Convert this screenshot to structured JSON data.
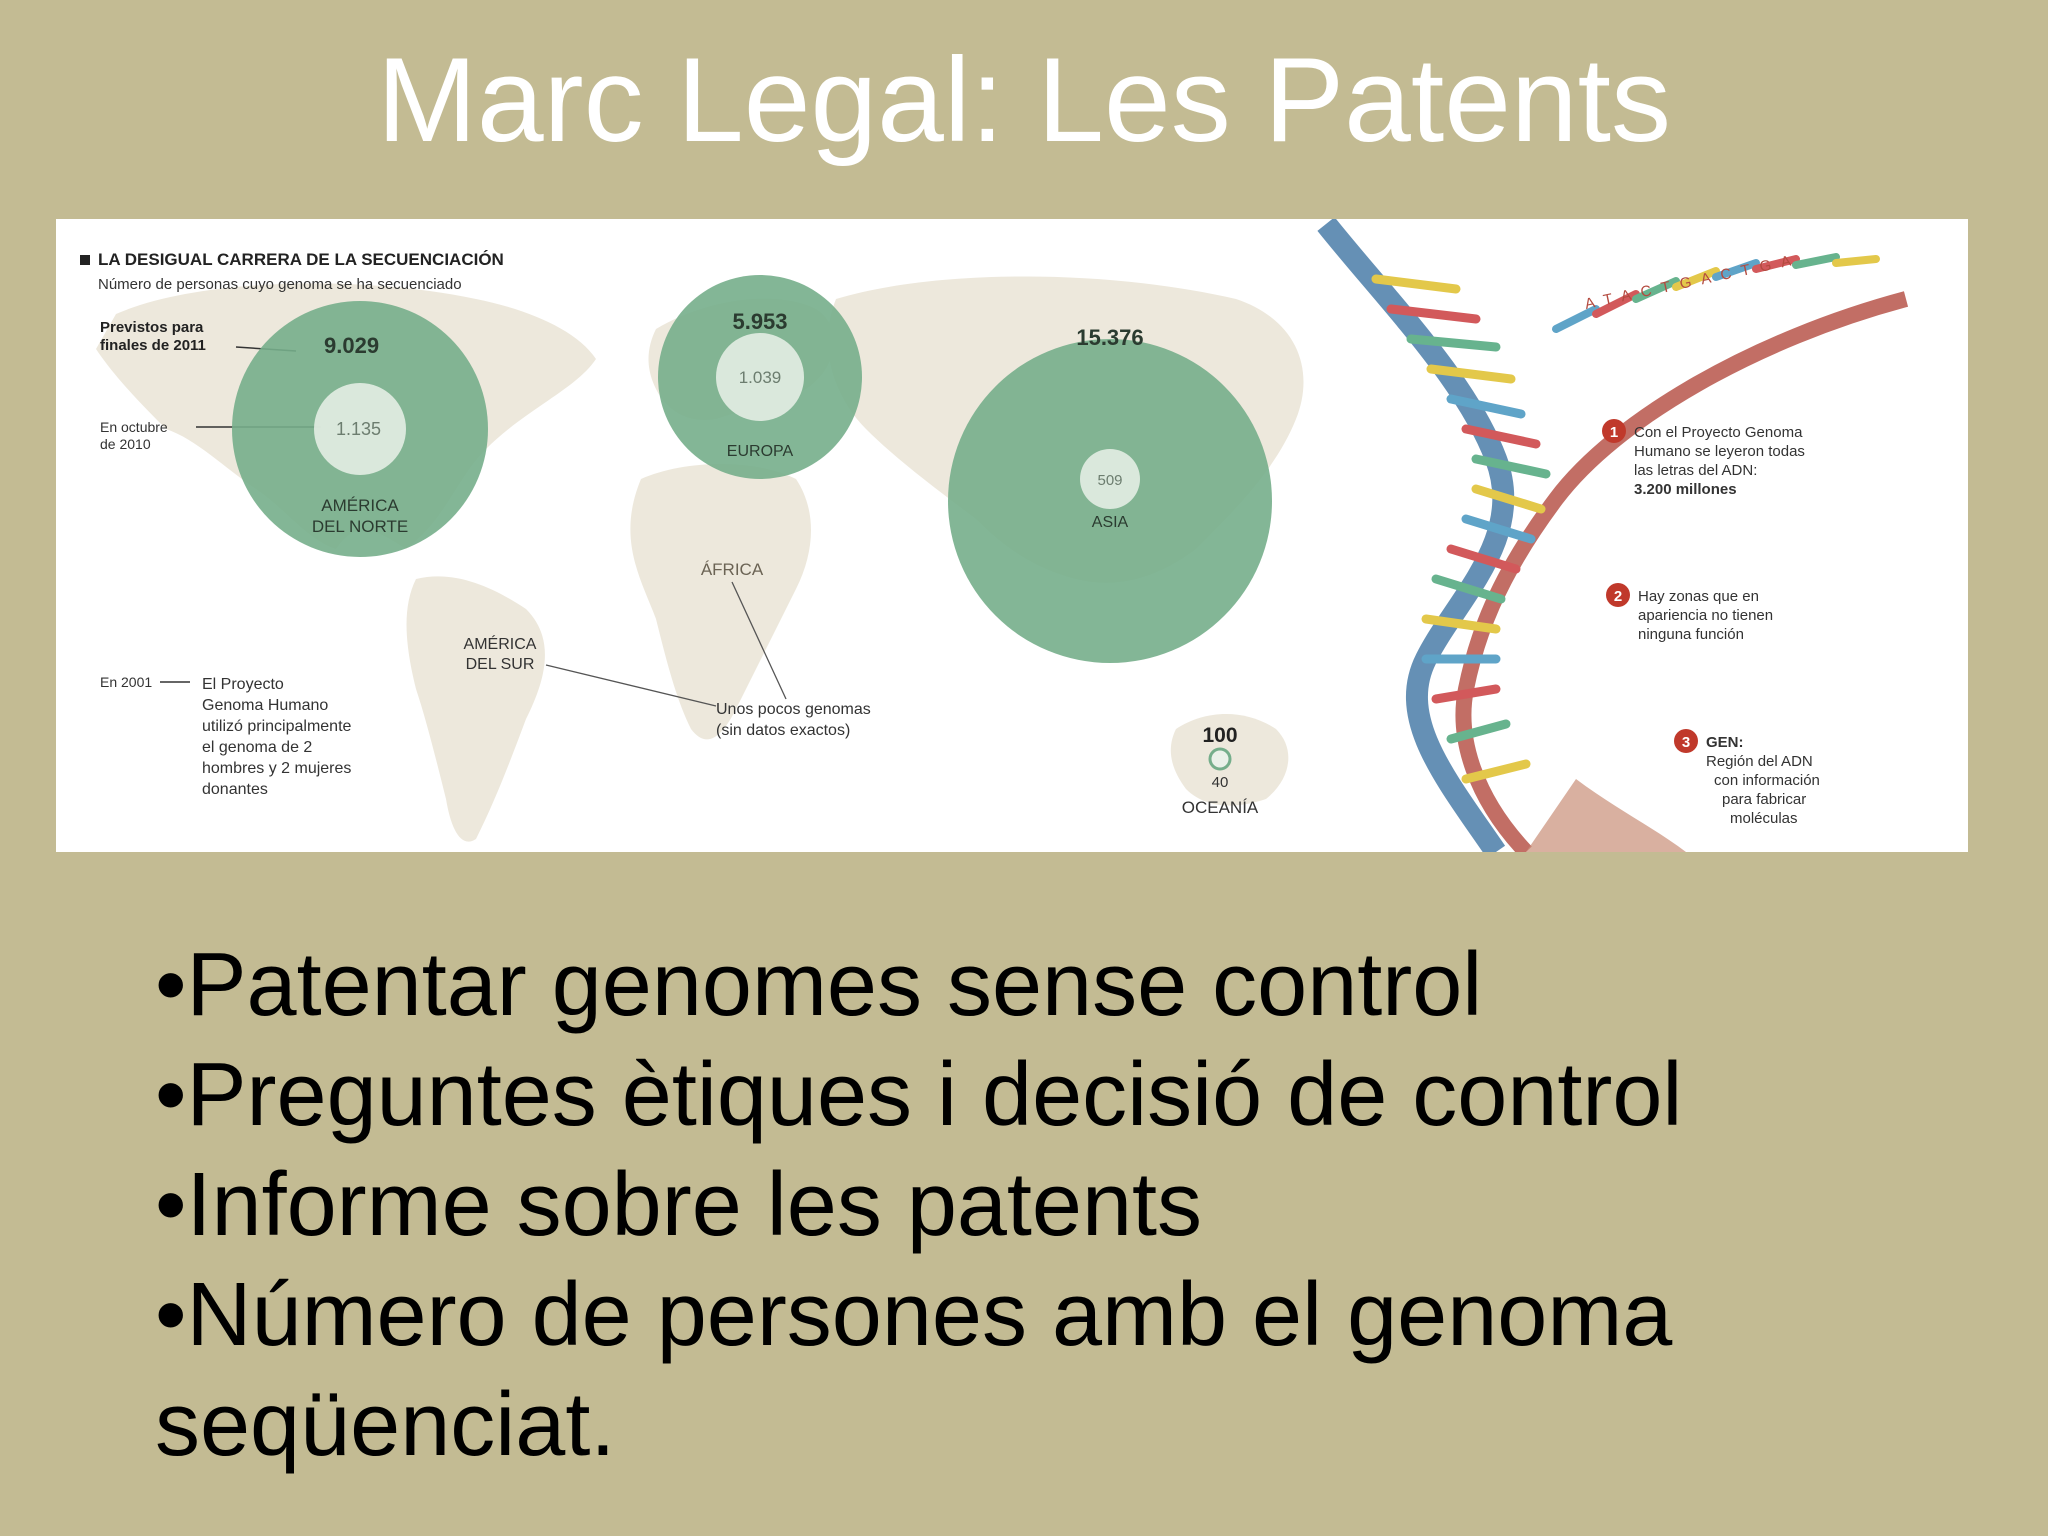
{
  "slide": {
    "title": "Marc Legal: Les Patents"
  },
  "infographic": {
    "heading": "LA DESIGUAL CARRERA DE LA SECUENCIACIÓN",
    "subheading": "Número de personas cuyo genoma se ha secuenciado",
    "legend_planned_line1": "Previstos para",
    "legend_planned_line2": "finales de 2011",
    "legend_october_line1": "En octubre",
    "legend_october_line2": "de 2010",
    "regions": {
      "north_america": {
        "name_line1": "AMÉRICA",
        "name_line2": "DEL NORTE",
        "planned": "9.029",
        "october": "1.135"
      },
      "europe": {
        "name": "EUROPA",
        "planned": "5.953",
        "october": "1.039"
      },
      "asia": {
        "name": "ASIA",
        "planned": "15.376",
        "october": "509"
      },
      "africa": {
        "name": "ÁFRICA"
      },
      "south_america": {
        "name_line1": "AMÉRICA",
        "name_line2": "DEL SUR"
      },
      "oceania": {
        "name": "OCEANÍA",
        "planned": "100",
        "october": "40"
      }
    },
    "note_2001_year": "En 2001",
    "note_2001_lines": [
      "El Proyecto",
      "Genoma Humano",
      "utilizó principalmente",
      "el genoma de 2",
      "hombres y 2 mujeres",
      "donantes"
    ],
    "note_few_line1": "Unos pocos genomas",
    "note_few_line2": "(sin datos exactos)",
    "dna_sequence": "ATACTGACTGA",
    "dna_notes": {
      "one_lines": [
        "Con el Proyecto Genoma",
        "Humano se leyeron todas",
        "las letras del ADN:",
        "3.200 millones"
      ],
      "two_lines": [
        "Hay zonas que en",
        "apariencia no tienen",
        "ninguna función"
      ],
      "three_title": "GEN:",
      "three_lines": [
        "Región del ADN",
        "con información",
        "para fabricar",
        "moléculas"
      ]
    },
    "colors": {
      "circle": "#75ae8b",
      "circle_inner": "#eaf1e9",
      "map": "#ede8dc",
      "badge": "#c0392b"
    }
  },
  "bullets": [
    "Patentar genomes sense control",
    "Preguntes ètiques i decisió de control",
    "Informe sobre les patents",
    "Número de persones amb el genoma seqüenciat."
  ]
}
